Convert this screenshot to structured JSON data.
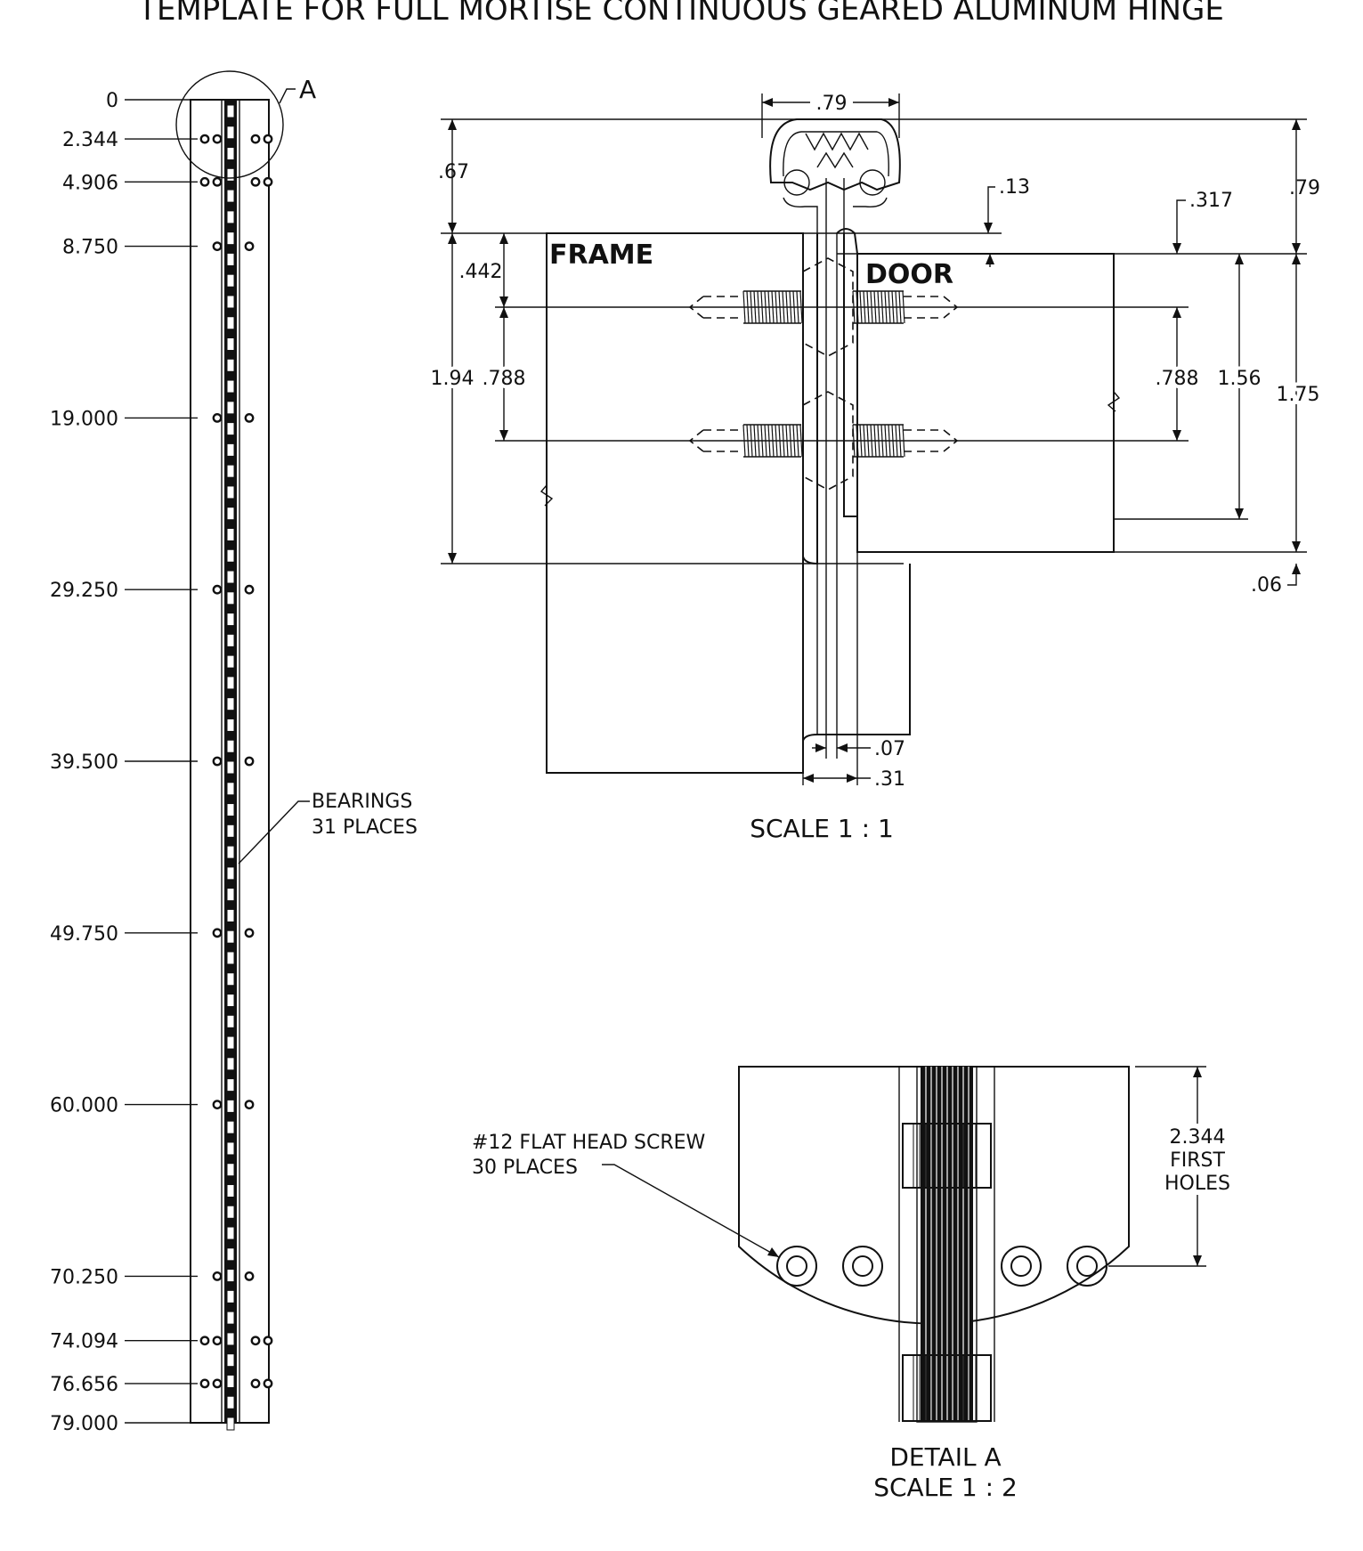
{
  "title": "TEMPLATE FOR FULL MORTISE CONTINUOUS GEARED ALUMINUM HINGE",
  "left_view": {
    "positions": [
      "0",
      "2.344",
      "4.906",
      "8.750",
      "19.000",
      "29.250",
      "39.500",
      "49.750",
      "60.000",
      "70.250",
      "74.094",
      "76.656",
      "79.000"
    ],
    "detail_callout": "A",
    "bearings_note": [
      "BEARINGS",
      "31 PLACES"
    ]
  },
  "section_view": {
    "frame_label": "FRAME",
    "door_label": "DOOR",
    "dims": {
      "width_top": ".79",
      "height_left_067": ".67",
      "dim_013": ".13",
      "dim_0317": ".317",
      "height_right_079": ".79",
      "dim_0442": ".442",
      "dim_0788_left": ".788",
      "dim_194": "1.94",
      "dim_0788_right": ".788",
      "dim_156": "1.56",
      "dim_175": "1.75",
      "dim_006": ".06",
      "dim_007": ".07",
      "dim_031": ".31"
    },
    "scale": "SCALE 1 : 1"
  },
  "detail_view": {
    "screw_note": [
      "#12 FLAT HEAD SCREW",
      "30 PLACES"
    ],
    "first_holes_note": [
      "2.344",
      "FIRST",
      "HOLES"
    ],
    "title": "DETAIL A",
    "scale": "SCALE 1 : 2"
  }
}
